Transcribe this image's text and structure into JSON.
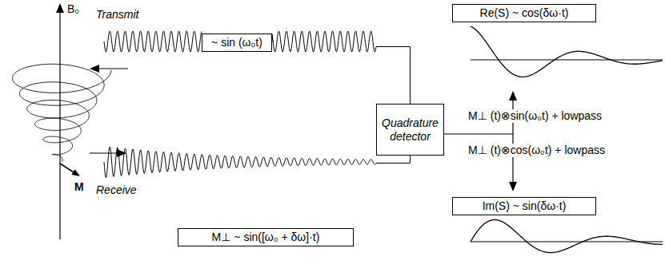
{
  "diagram": {
    "nodes": [
      {
        "text": [
          "Re(S) ~ cos(δω·t)"
        ]
      },
      {
        "text": [
          "~ sin (ω₀t)"
        ]
      },
      {
        "text": [
          "Quadrature detector"
        ]
      },
      {
        "text": [
          "Im(S) ~ sin(δω·t)"
        ]
      },
      {
        "text": [
          "M⊥ ~ sin([ω₀ + δω]·t)"
        ]
      }
    ],
    "edges": [
      {
        "from": 1,
        "to": 2,
        "arrow": "none"
      }
    ],
    "labels": [
      "B₀",
      "Transmit",
      "M",
      "Receive",
      "M⊥ (t)⊗sin(ω₀t) + lowpass",
      "M⊥ (t)⊗cos(ω₀t) + lowpass"
    ]
  }
}
